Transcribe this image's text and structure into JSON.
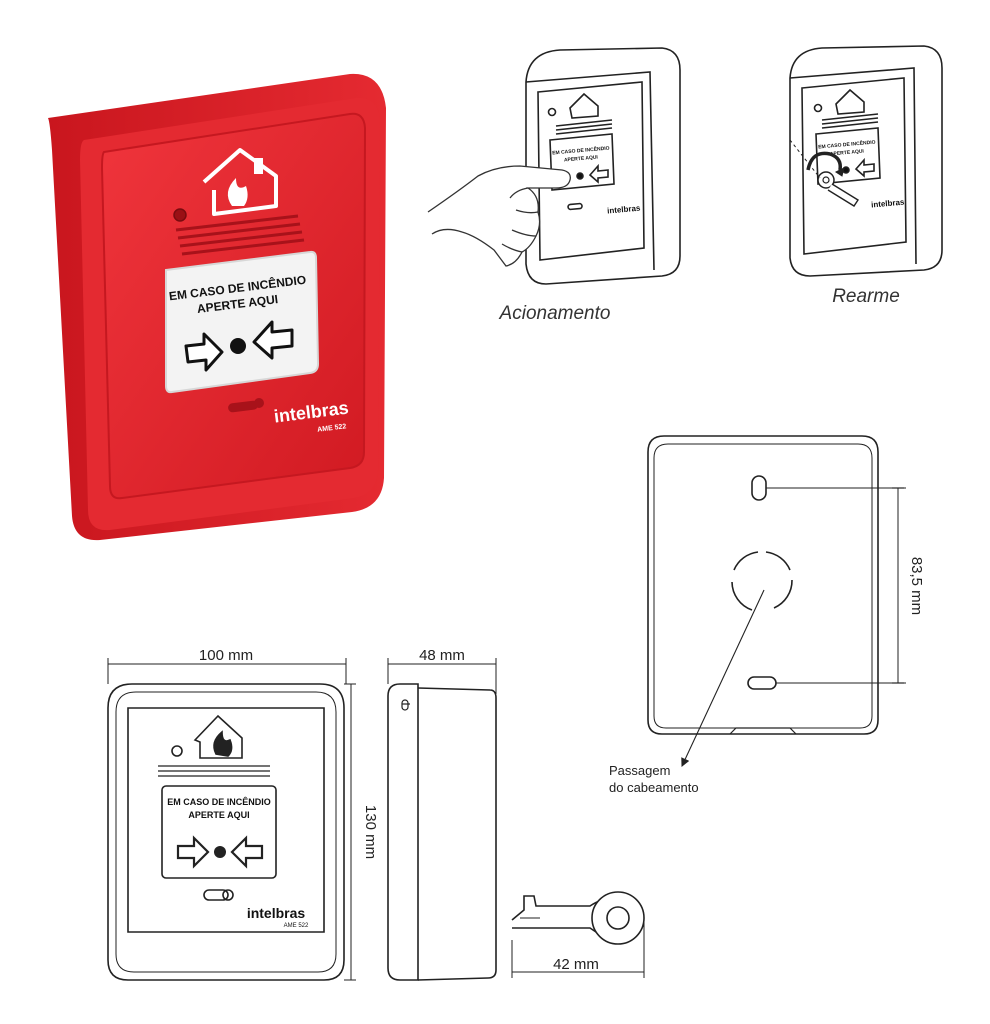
{
  "panel_text": {
    "line1": "EM CASO DE INCÊNDIO",
    "line2": "APERTE AQUI"
  },
  "brand": {
    "name": "intelbras",
    "model": "AME 522"
  },
  "captions": {
    "activation": "Acionamento",
    "reset": "Rearme"
  },
  "dimensions": {
    "width": "100 mm",
    "depth": "48 mm",
    "height": "130 mm",
    "key_length": "42 mm",
    "hole_spacing": "83,5 mm"
  },
  "callouts": {
    "cable_line1": "Passagem",
    "cable_line2": "do cabeamento"
  },
  "colors": {
    "red": "#e2202a",
    "red_dark": "#b5141c",
    "red_light": "#f04a4f",
    "line": "#222222",
    "panel": "#f2f2f2"
  }
}
